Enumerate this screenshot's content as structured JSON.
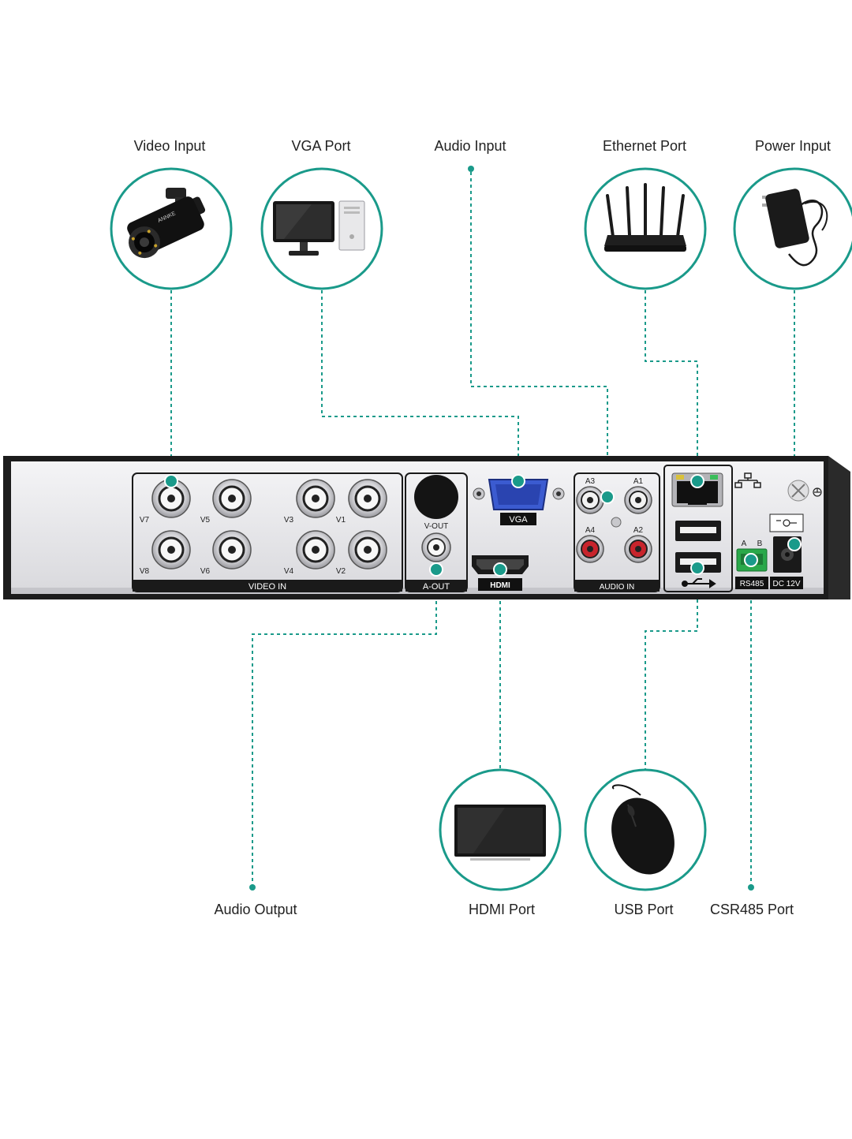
{
  "accent_color": "#1a9a8a",
  "callouts": {
    "video_input": "Video Input",
    "vga_port": "VGA Port",
    "audio_input": "Audio Input",
    "ethernet_port": "Ethernet Port",
    "power_input": "Power Input",
    "audio_output": "Audio Output",
    "hdmi_port": "HDMI Port",
    "usb_port": "USB Port",
    "csr485_port": "CSR485 Port"
  },
  "device_icons": {
    "video_input": "bullet-camera-icon",
    "vga_port": "desktop-monitor-icon",
    "ethernet_port": "wifi-router-icon",
    "power_input": "power-adapter-icon",
    "hdmi_port": "tv-icon",
    "usb_port": "mouse-icon"
  },
  "camera_brand": "ANNKE",
  "panel": {
    "video_in_channels": [
      "V7",
      "V5",
      "V3",
      "V1",
      "V8",
      "V6",
      "V4",
      "V2"
    ],
    "video_in_label": "VIDEO IN",
    "v_out_label": "V-OUT",
    "a_out_label": "A-OUT",
    "vga_label": "VGA",
    "hdmi_label": "HDMI",
    "audio_in_channels": [
      "A3",
      "A1",
      "A4",
      "A2"
    ],
    "audio_in_label": "AUDIO IN",
    "rs485_ab": [
      "A",
      "B"
    ],
    "rs485_label": "RS485",
    "dc_label": "DC 12V"
  }
}
